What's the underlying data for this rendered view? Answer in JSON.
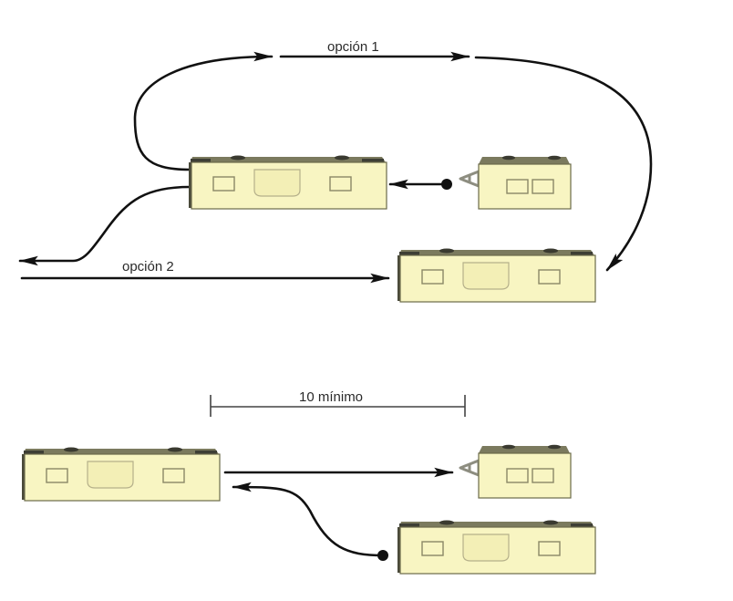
{
  "diagram": {
    "title": "Maniobra de locomotora y vagones",
    "labels": {
      "option1": "opción 1",
      "option2": "opción 2",
      "min_distance": "10 mínimo"
    },
    "top_scene": {
      "vehicles": [
        {
          "id": "vagon-central-superior",
          "type": "long-car"
        },
        {
          "id": "unidad-corta-superior",
          "type": "short-unit-with-coupler"
        },
        {
          "id": "vagon-destino-superior",
          "type": "long-car"
        }
      ],
      "paths": [
        {
          "id": "option1-path",
          "label_key": "option1",
          "direction": "loop over top, ends at destination car"
        },
        {
          "id": "option2-path",
          "label_key": "option2",
          "direction": "exits left, returns along bottom line to destination car"
        },
        {
          "id": "push-arrow",
          "direction": "from short unit toward central car"
        }
      ]
    },
    "bottom_scene": {
      "vehicles": [
        {
          "id": "vagon-izquierdo-inferior",
          "type": "long-car"
        },
        {
          "id": "unidad-corta-inferior",
          "type": "short-unit-with-coupler"
        },
        {
          "id": "vagon-derecho-inferior",
          "type": "long-car"
        }
      ],
      "dimension": {
        "label_key": "min_distance",
        "value": 10
      }
    },
    "colors": {
      "car_body": "#f8f5c2",
      "car_roof": "#7b7a5e",
      "arrow": "#111111",
      "background": "#ffffff"
    }
  }
}
